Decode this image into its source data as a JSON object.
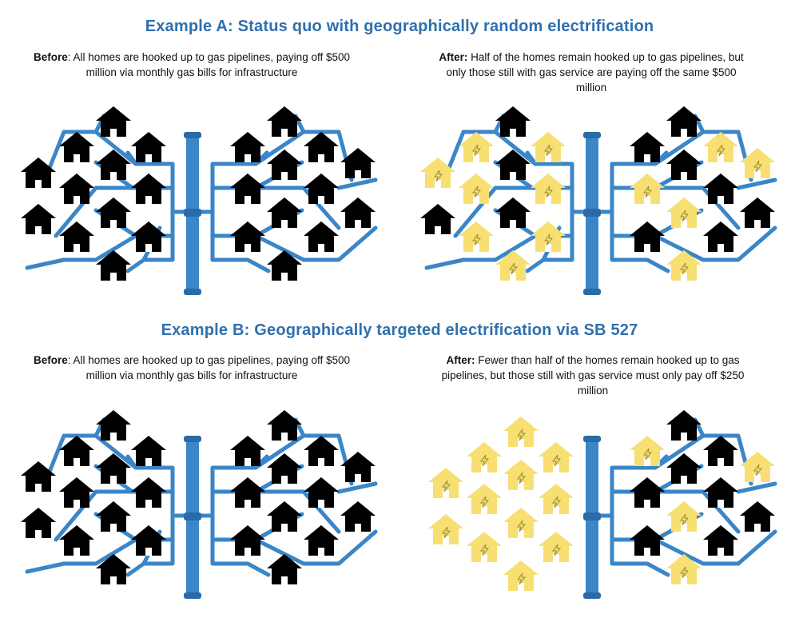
{
  "example_a": {
    "title": "Example A: Status quo with geographically random electrification",
    "before": {
      "label": "Before",
      "text": ": All homes are hooked up to gas pipelines, paying off $500 million via monthly gas bills for infrastructure"
    },
    "after": {
      "label": "After:",
      "text": " Half of the homes remain hooked up to gas pipelines, but only those still with gas service are paying off the same $500 million"
    }
  },
  "example_b": {
    "title": "Example B: Geographically targeted electrification via SB 527",
    "before": {
      "label": "Before",
      "text": ": All homes are hooked up to gas pipelines, paying off $500 million via monthly gas bills for infrastructure"
    },
    "after": {
      "label": "After:",
      "text": " Fewer than half of the homes remain hooked up to gas pipelines, but those still with gas service must only pay off $250 million"
    }
  },
  "colors": {
    "heading": "#2f6fad",
    "pipe": "#3a86c8",
    "pipe_dark": "#2a6aa6",
    "gas_home": "#000000",
    "electric_home": "#f8df72",
    "bolt": "#9a8a3a"
  },
  "scenes": {
    "a_before": {
      "electric": [],
      "connected": true
    },
    "a_after": {
      "electric": [
        1,
        2,
        3,
        5,
        6,
        9,
        10,
        11,
        13,
        16,
        17,
        19,
        22,
        25
      ],
      "connected": true
    },
    "b_before": {
      "electric": [],
      "connected": true
    },
    "b_after": {
      "electric": [
        0,
        1,
        2,
        3,
        4,
        5,
        6,
        7,
        8,
        9,
        10,
        11,
        12,
        13,
        15,
        17,
        22,
        25
      ],
      "connected_left": false
    }
  }
}
